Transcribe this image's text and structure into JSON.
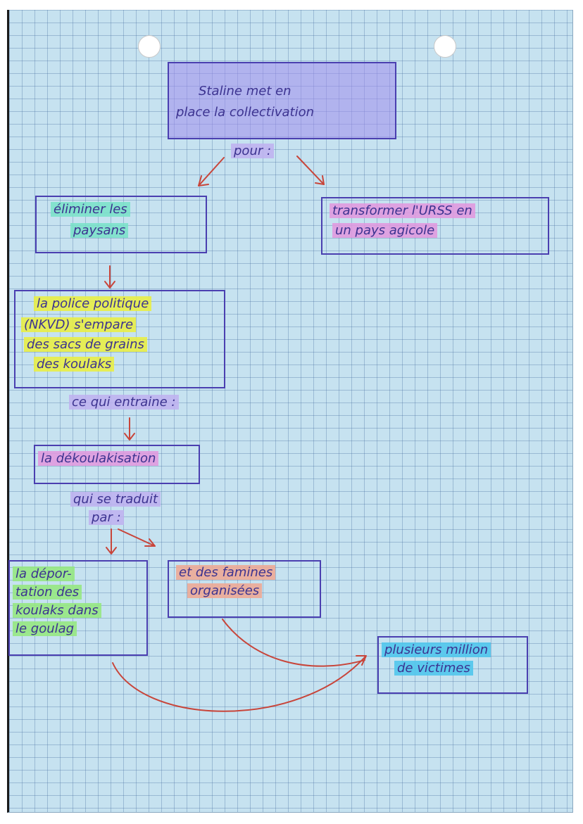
{
  "diagram": {
    "title": [
      "Staline met en",
      "place la collectivation"
    ],
    "connector_top": "pour :",
    "left_branch": [
      "éliminer les",
      "paysans"
    ],
    "right_branch": [
      "transformer l'URSS en",
      "un pays agicole"
    ],
    "nkvd": [
      "la police politique",
      "(NKVD) s'empare",
      "des sacs de grains",
      "des koulaks"
    ],
    "connector_1": "ce qui entraine :",
    "dekoulak": "la dékoulakisation",
    "connector_2": [
      "qui se traduit",
      "par :"
    ],
    "deportation": [
      "la dépor-",
      "tation des",
      "koulaks dans",
      "le goulag"
    ],
    "famines": [
      "et des famines",
      "organisées"
    ],
    "victims": [
      "plusieurs million",
      "de victimes"
    ]
  },
  "colors": {
    "paper": "#c6e2f0",
    "grid": "#466ea0",
    "ink": "#3c3390",
    "box_border": "#4a3fb0",
    "arrow": "#c8453a",
    "highlight_purple": "#a696ec",
    "highlight_pink": "#e296de",
    "highlight_teal": "#78e2c8",
    "highlight_yellow": "#e8ee46",
    "highlight_salmon": "#ecaa96",
    "highlight_green": "#96e882",
    "highlight_cyan": "#50c6ec"
  }
}
